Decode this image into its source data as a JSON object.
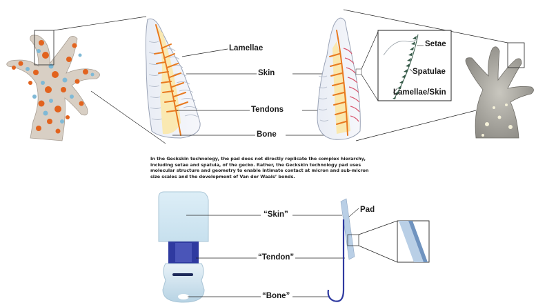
{
  "labels": {
    "lamellae": "Lamellae",
    "skin": "Skin",
    "tendons": "Tendons",
    "bone": "Bone",
    "setae": "Setae",
    "spatulae": "Spatulae",
    "lamellae_skin": "Lamellae/Skin",
    "skin_q": "“Skin”",
    "tendon_q": "“Tendon”",
    "bone_q": "“Bone”",
    "pad": "Pad"
  },
  "caption": "In the Geckskin technology, the pad does not directly replicate the complex hierarchy, including setae and spatula, of the gecko. Rather, the Geckskin technology pad uses molecular structure and geometry to enable intimate contact at micron and sub-micron size scales and the development of Van der Waals’ bonds.",
  "icons": [
    "gecko-foot-orange-icon",
    "gecko-foot-gray-icon",
    "toe-cross-section-icon",
    "toe-cross-section-detail-icon",
    "setae-zoom-icon",
    "geckskin-device-icon",
    "pad-side-view-icon",
    "pad-zoom-icon"
  ],
  "colors": {
    "tendon": "#e8791f",
    "bone_fill": "#fbe7a6",
    "setae": "#355a48",
    "device_blue": "#cfe6f2",
    "strap": "#2f3aa0",
    "pad": "#b9cfe6"
  }
}
